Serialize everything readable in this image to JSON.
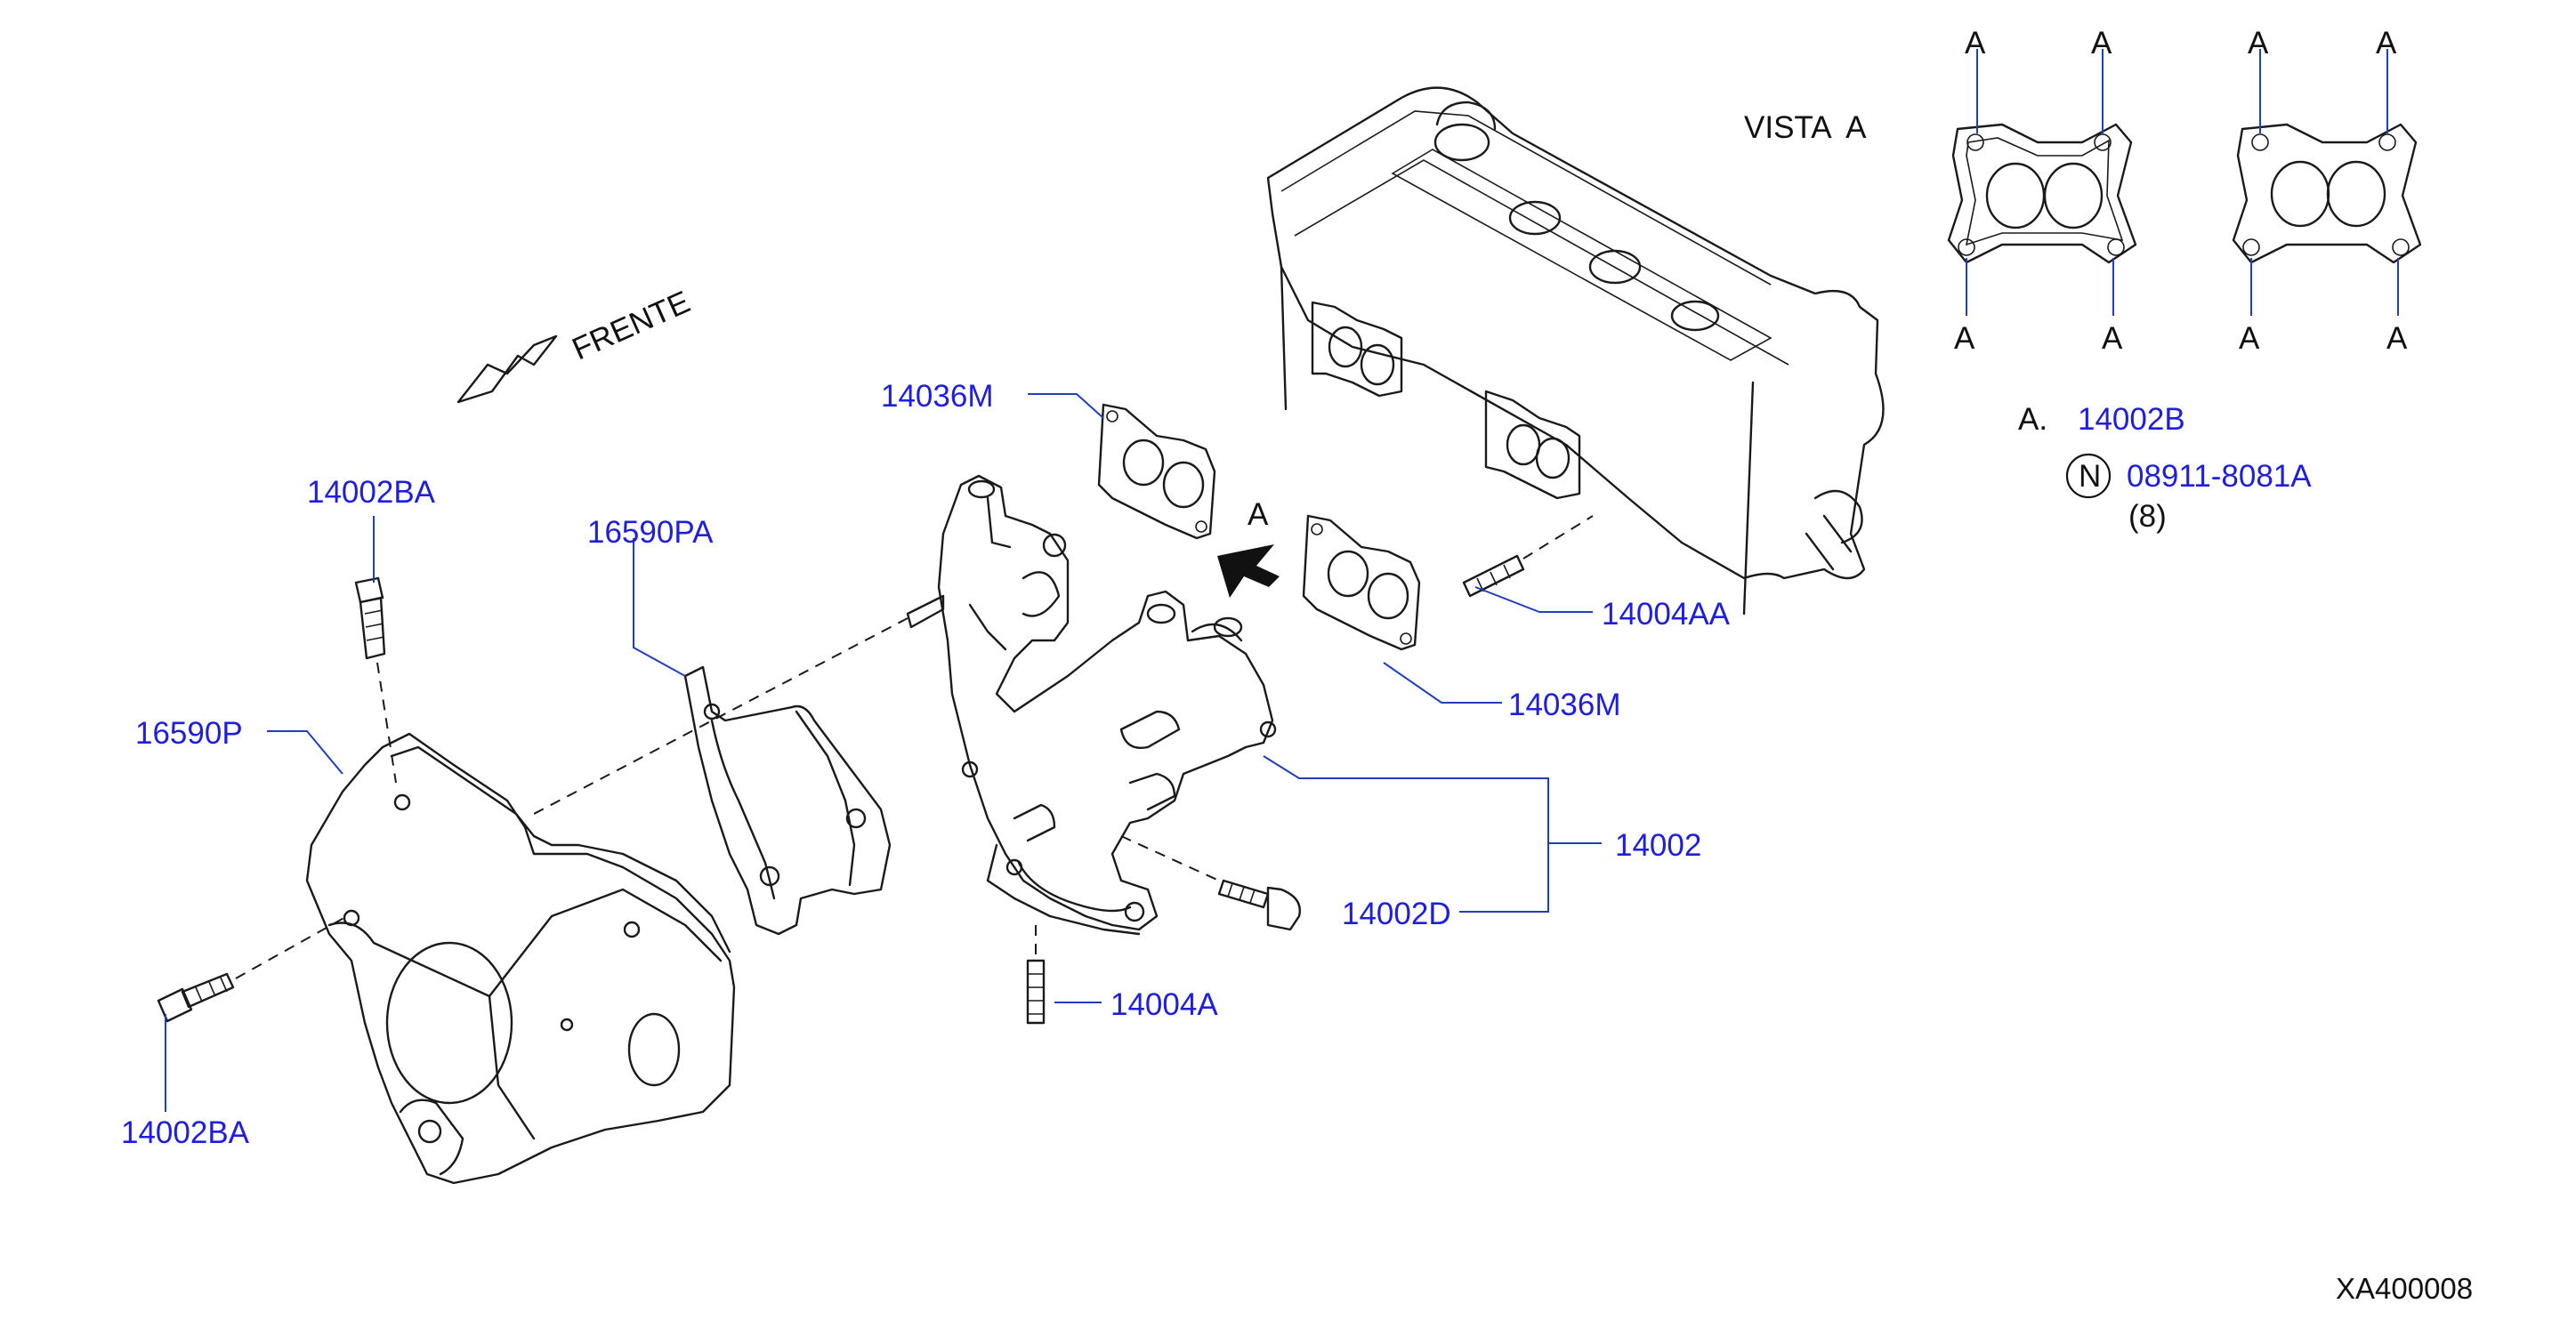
{
  "front_label": "FRENTE",
  "view": {
    "title": "VISTA  A",
    "corner_letter": "A",
    "point_letter": "A",
    "note_prefix": "A.",
    "note_part": "14002B",
    "n_symbol": "N",
    "n_part": "08911-8081A",
    "n_qty": "(8)"
  },
  "parts": {
    "p14036M_top": "14036M",
    "p14036M_bottom": "14036M",
    "p14002BA_top": "14002BA",
    "p14002BA_bottom": "14002BA",
    "p16590PA": "16590PA",
    "p16590P": "16590P",
    "p14004AA": "14004AA",
    "p14002": "14002",
    "p14002D": "14002D",
    "p14004A": "14004A"
  },
  "reference_code": "XA400008",
  "colors": {
    "part_number": "#1e1edc",
    "line": "#1a1a1a",
    "leader": "#1f3fbf"
  }
}
